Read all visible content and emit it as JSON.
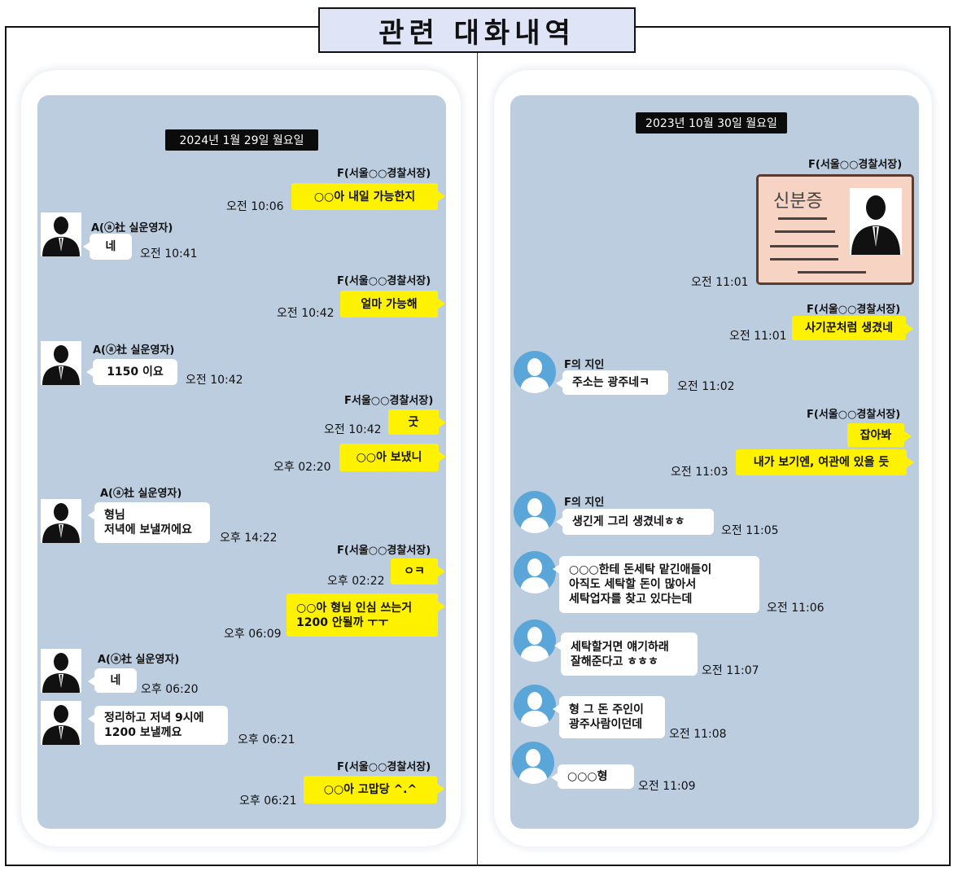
{
  "page_title": "관련 대화내역",
  "left_chat": {
    "date": "2024년 1월 29일 월요일",
    "sender_police": "F(서울○○경찰서장)",
    "sender_police_alt": "F서울○○경찰서장)",
    "sender_a": "A(ⓐ社 실운영자)",
    "messages": [
      {
        "text": "○○아 내일 가능한지",
        "time": "오전 10:06"
      },
      {
        "text": "네",
        "time": "오전 10:41"
      },
      {
        "text": "얼마 가능해",
        "time": "오전 10:42"
      },
      {
        "text": "1150 이요",
        "time": "오전 10:42"
      },
      {
        "text": "굿",
        "time": "오전 10:42"
      },
      {
        "text": "○○아 보냈니",
        "time": "오후 02:20"
      },
      {
        "line1": "형님",
        "line2": "저녁에 보낼꺼에요",
        "time": "오후 14:22"
      },
      {
        "text": "ㅇㅋ",
        "time": "오후 02:22"
      },
      {
        "line1": "○○아 형님 인심 쓰는거",
        "line2": "1200 안될까 ㅜㅜ",
        "time": "오후 06:09"
      },
      {
        "text": "네",
        "time": "오후 06:20"
      },
      {
        "line1": "정리하고 저녁 9시에",
        "line2": "1200 보낼께요",
        "time": "오후 06:21"
      },
      {
        "text": "○○아 고맙당 ^.^",
        "time": "오후 06:21"
      }
    ]
  },
  "right_chat": {
    "date": "2023년 10월 30일 월요일",
    "sender_police": "F(서울○○경찰서장)",
    "sender_friend": "F의 지인",
    "id_card_label": "신분증",
    "messages": [
      {
        "time": "오전 11:01"
      },
      {
        "text": "사기꾼처럼 생겼네",
        "time": "오전 11:01"
      },
      {
        "text": "주소는 광주네ㅋ",
        "time": "오전 11:02"
      },
      {
        "text": "잡아봐"
      },
      {
        "text": "내가 보기엔, 여관에 있을 듯",
        "time": "오전 11:03"
      },
      {
        "text": "생긴게 그리 생겼네ㅎㅎ",
        "time": "오전 11:05"
      },
      {
        "line1": "○○○한테 돈세탁 맡긴애들이",
        "line2": "아직도 세탁할 돈이 많아서",
        "line3": "세탁업자를 찾고 있다는데",
        "time": "오전 11:06"
      },
      {
        "line1": "세탁할거면 얘기하래",
        "line2": "잘해준다고 ㅎㅎㅎ",
        "time": "오전 11:07"
      },
      {
        "line1": "형 그 돈 주인이",
        "line2": "광주사람이던데",
        "time": "오전 11:08"
      },
      {
        "text": "○○○형",
        "time": "오전 11:09"
      }
    ]
  },
  "colors": {
    "bubble_me": "#fff200",
    "bubble_them": "#ffffff",
    "screen_bg": "#bccde0",
    "avatar_blue": "#5aa6d9"
  }
}
